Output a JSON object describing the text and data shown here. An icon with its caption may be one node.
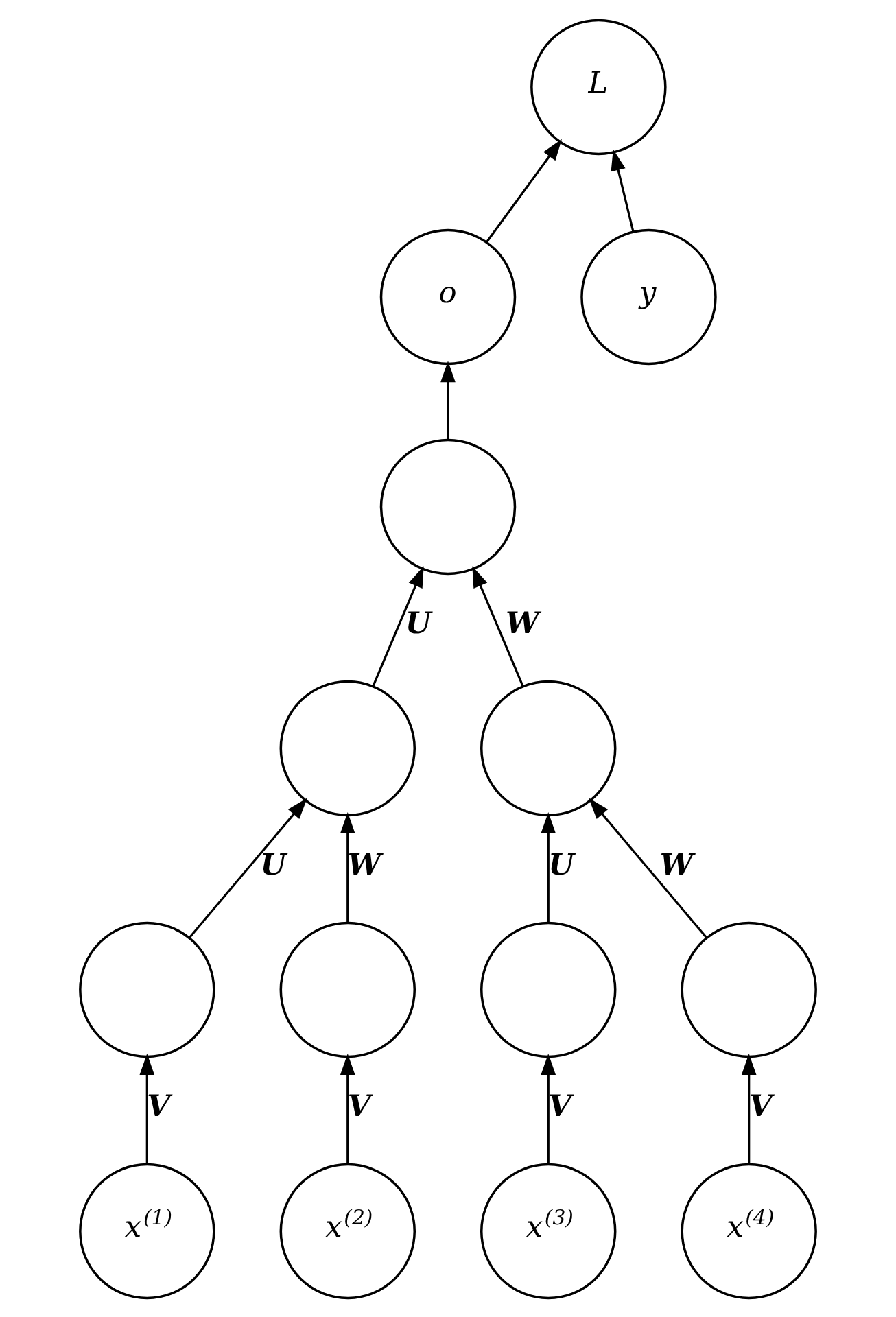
{
  "diagram": {
    "nodes": [
      {
        "text": [
          "L"
        ]
      },
      {
        "text": [
          "o"
        ]
      },
      {
        "text": [
          "y"
        ]
      },
      {
        "text": [],
        "shape": "circle"
      },
      {
        "text": [],
        "shape": "circle"
      },
      {
        "text": [],
        "shape": "circle"
      },
      {
        "text": [],
        "shape": "circle"
      },
      {
        "text": [],
        "shape": "circle"
      },
      {
        "text": [],
        "shape": "circle"
      },
      {
        "text": [],
        "shape": "circle"
      },
      {
        "text": [
          "x$^{(1)}$"
        ]
      },
      {
        "text": [
          "x$^{(2)}$"
        ]
      },
      {
        "text": [
          "x$^{(3)}$"
        ]
      },
      {
        "text": [
          "x$^{(4)}$"
        ]
      }
    ],
    "edges": [
      {
        "from": 1,
        "to": 0,
        "arrow": "to"
      },
      {
        "from": 2,
        "to": 0,
        "arrow": "to"
      },
      {
        "from": 3,
        "to": 1,
        "arrow": "to"
      },
      {
        "from": 4,
        "to": 3,
        "arrow": "to",
        "label": "U"
      },
      {
        "from": 5,
        "to": 3,
        "arrow": "to",
        "label": "W"
      },
      {
        "from": 6,
        "to": 4,
        "arrow": "to",
        "label": "U"
      },
      {
        "from": 7,
        "to": 4,
        "arrow": "to",
        "label": "W"
      },
      {
        "from": 8,
        "to": 5,
        "arrow": "to",
        "label": "U"
      },
      {
        "from": 9,
        "to": 5,
        "arrow": "to",
        "label": "W"
      },
      {
        "from": 10,
        "to": 6,
        "arrow": "to",
        "label": "V"
      },
      {
        "from": 11,
        "to": 7,
        "arrow": "to",
        "label": "V"
      },
      {
        "from": 12,
        "to": 8,
        "arrow": "to",
        "label": "V"
      },
      {
        "from": 13,
        "to": 9,
        "arrow": "to",
        "label": "V"
      }
    ]
  }
}
